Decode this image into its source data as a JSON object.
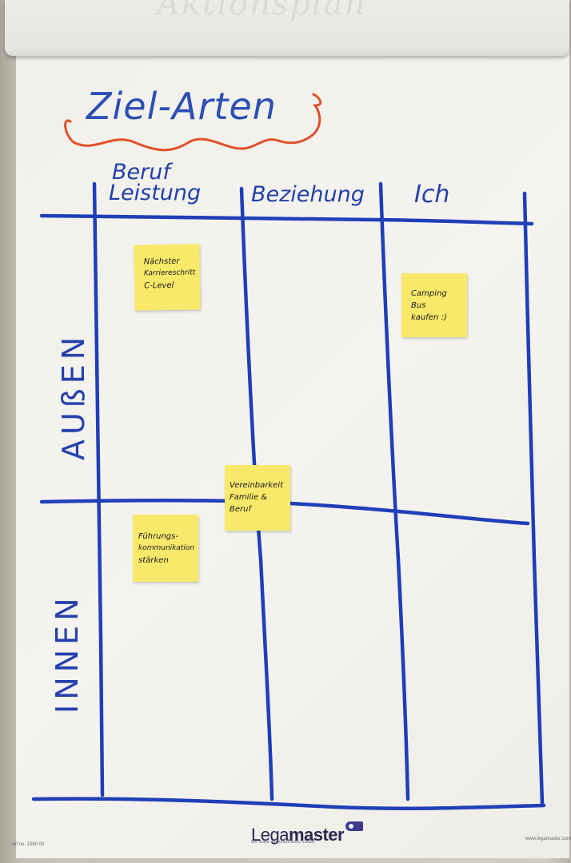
{
  "flipchart": {
    "ghost_text_previous_page": "Aktionsplan",
    "title": "Ziel-Arten",
    "columns": [
      {
        "line1": "Beruf",
        "line2": "Leistung"
      },
      {
        "line1": "Beziehung"
      },
      {
        "line1": "Ich"
      }
    ],
    "rows": [
      {
        "label": "AUßEN"
      },
      {
        "label": "INNEN"
      }
    ],
    "sticky_notes": [
      {
        "lines": [
          "Nächster",
          "Karriereschritt",
          "C-Level"
        ],
        "cell": "Außen / Beruf Leistung"
      },
      {
        "lines": [
          "Camping",
          "Bus",
          "kaufen :)"
        ],
        "cell": "Außen / Ich"
      },
      {
        "lines": [
          "Vereinbarkeit",
          "Familie &",
          "Beruf"
        ],
        "cell": "Grenze Außen-Innen / Beruf-Beziehung"
      },
      {
        "lines": [
          "Führungs-",
          "kommunikation",
          "stärken"
        ],
        "cell": "Innen / Beruf Leistung"
      }
    ],
    "colors": {
      "marker_blue": "#1f3fb8",
      "marker_orange": "#e2502a",
      "sticky_yellow": "#f8e96a",
      "paper": "#f2f1ec"
    }
  },
  "footer": {
    "brand_light": "Lega",
    "brand_bold": "master",
    "tagline": "We make communication visible",
    "ref": "ref no. 1560 00",
    "url": "www.legamaster.com"
  }
}
